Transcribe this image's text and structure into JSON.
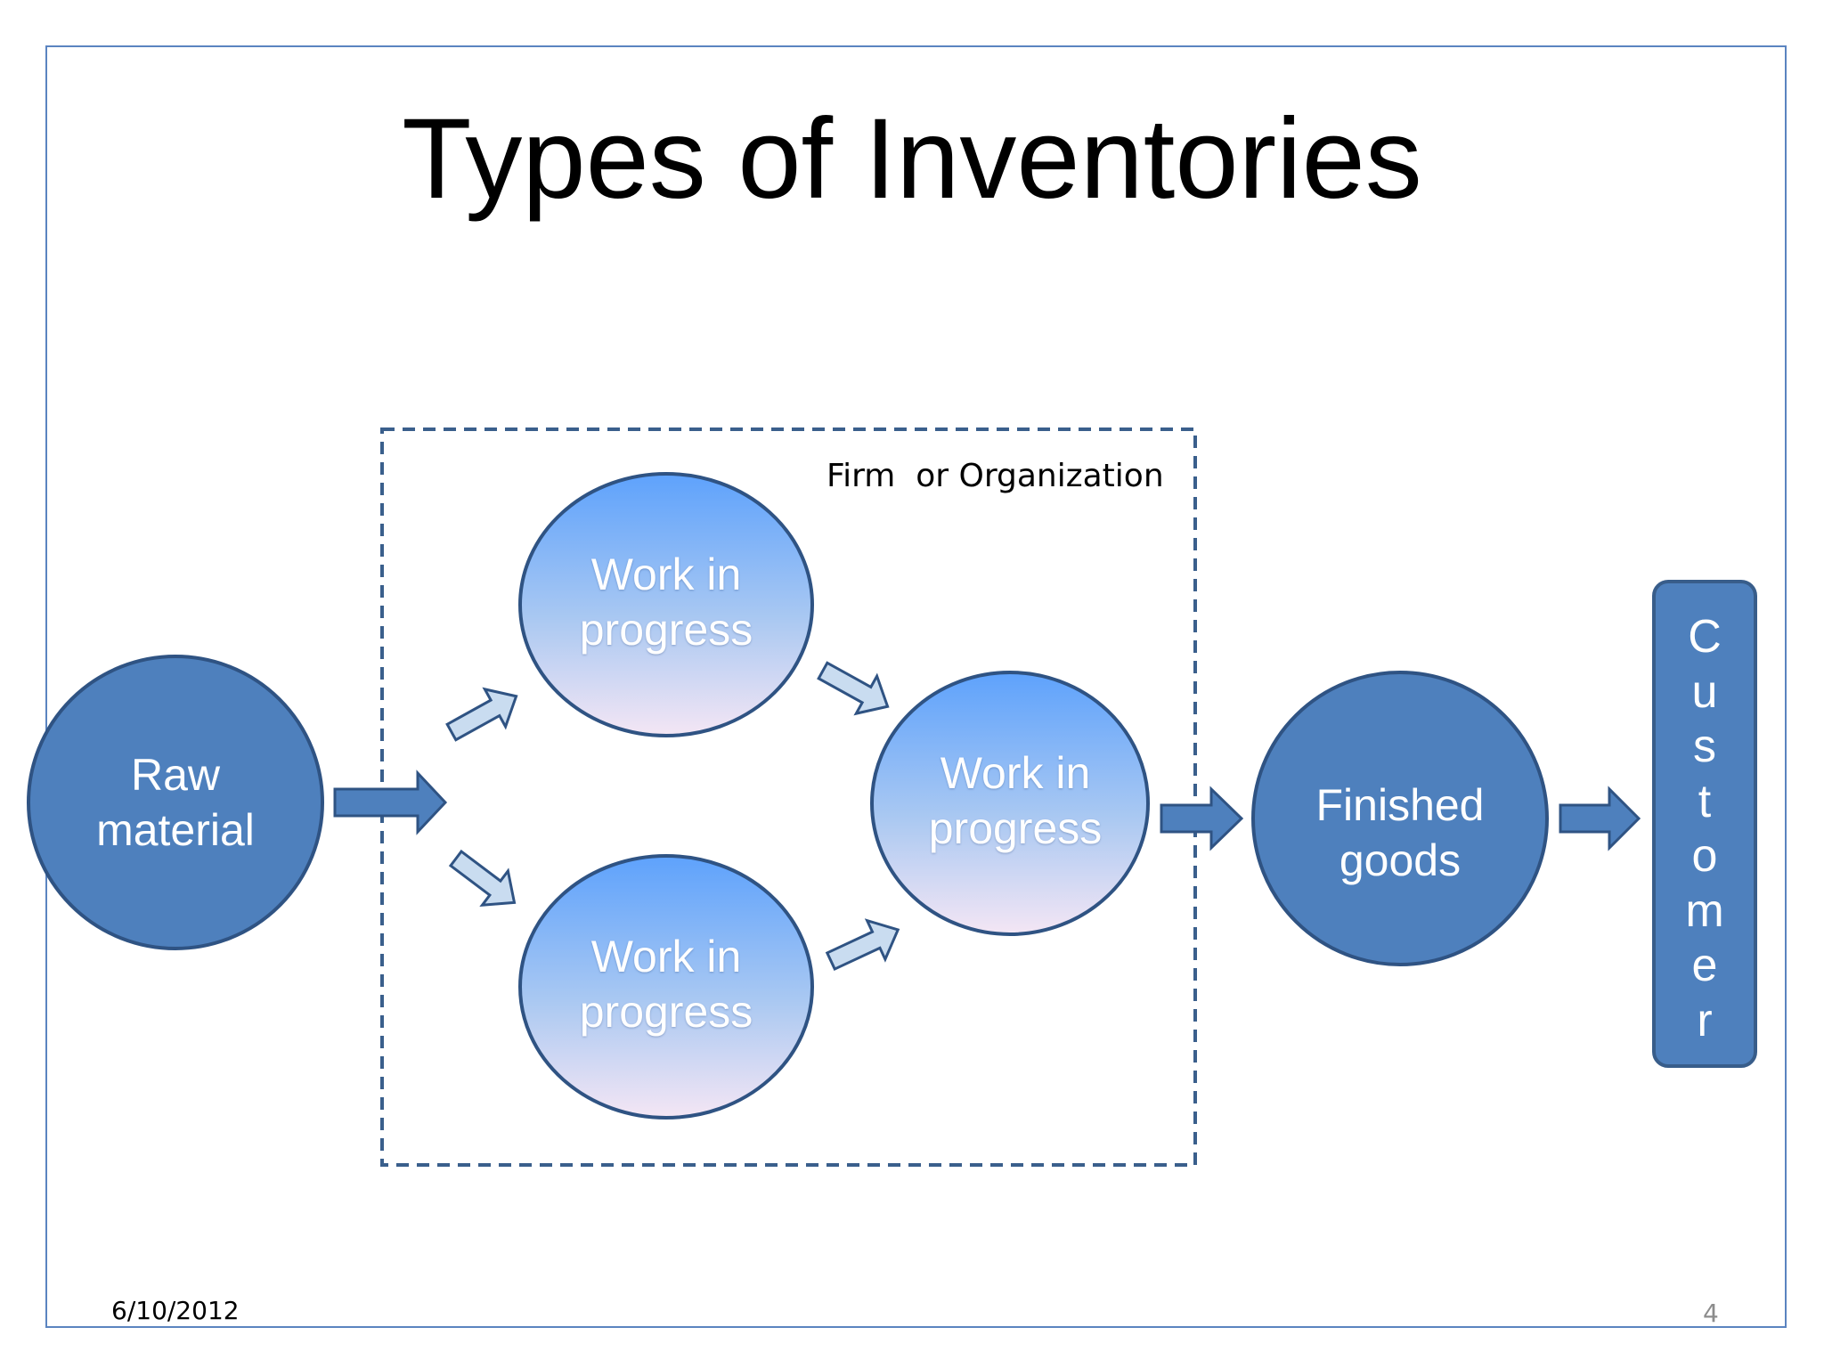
{
  "slide": {
    "title": "Types of Inventories",
    "date": "6/10/2012",
    "page_number": "4"
  },
  "diagram": {
    "boundary_label": "Firm  or Organization",
    "nodes": {
      "raw_material": "Raw\nmaterial",
      "wip_top": "Work in\nprogress",
      "wip_bottom": "Work in\nprogress",
      "wip_merge": "Work in\nprogress",
      "finished_goods": "Finished\ngoods"
    },
    "customer": [
      "C",
      "u",
      "s",
      "t",
      "o",
      "m",
      "e",
      "r"
    ]
  },
  "colors": {
    "node_fill": "#4e80bd",
    "node_stroke": "#2f5383",
    "wip_gradient_top": "#5ea2fc",
    "wip_gradient_bottom": "#f0e4f4",
    "arrow_solid": "#4e80bd",
    "arrow_light": "#c9dcf0",
    "boundary": "#3a5f8c"
  }
}
